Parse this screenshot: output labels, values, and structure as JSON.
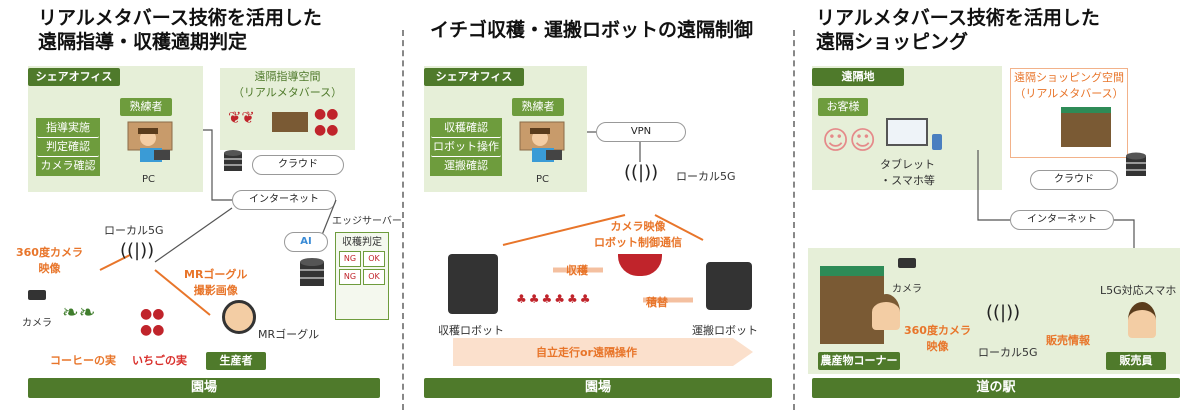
{
  "panels": [
    {
      "title_l1": "リアルメタバース技術を活用した",
      "title_l2": "遠隔指導・収穫適期判定",
      "office": "シェアオフィス",
      "expert": "熟練者",
      "tasks": [
        "指導実施",
        "判定確認",
        "カメラ確認"
      ],
      "pc": "PC",
      "remote_space": "遠隔指導空間\n（リアルメタバース）",
      "cloud": "クラウド",
      "internet": "インターネット",
      "edge": "エッジサーバー",
      "ai": "AI",
      "judge": "収穫判定",
      "local5g": "ローカル5G",
      "cam360": "360度カメラ\n映像",
      "mr_video": "MRゴーグル\n撮影画像",
      "camera": "カメラ",
      "mr_goggle": "MRゴーグル",
      "coffee": "コーヒーの実",
      "strawberry": "いちごの実",
      "producer": "生産者",
      "farm": "園場",
      "judge_ok": "OK",
      "judge_ng": "NG"
    },
    {
      "title": "イチゴ収穫・運搬ロボットの遠隔制御",
      "office": "シェアオフィス",
      "expert": "熟練者",
      "tasks": [
        "収穫確認",
        "ロボット操作",
        "運搬確認"
      ],
      "pc": "PC",
      "vpn": "VPN",
      "local5g": "ローカル5G",
      "comm": "カメラ映像\nロボット制御通信",
      "harvest": "収穫",
      "load": "積替",
      "harvest_robot": "収穫ロボット",
      "carry_robot": "運搬ロボット",
      "auto": "自立走行or遠隔操作",
      "farm": "園場"
    },
    {
      "title_l1": "リアルメタバース技術を活用した",
      "title_l2": "遠隔ショッピング",
      "remote_site": "遠隔地",
      "customer": "お客様",
      "tablet": "タブレット\n・スマホ等",
      "shop_space": "遠隔ショッピング空間\n（リアルメタバース）",
      "cloud": "クラウド",
      "internet": "インターネット",
      "camera": "カメラ",
      "cam360": "360度カメラ\n映像",
      "sales_info": "販売情報",
      "l5g_phone": "L5G対応スマホ",
      "local5g": "ローカル5G",
      "produce": "農産物コーナー",
      "clerk": "販売員",
      "station": "道の駅"
    }
  ],
  "colors": {
    "green_dark": "#4f7a2b",
    "green_mid": "#6e9c3d",
    "green_pale": "#e6efd8",
    "orange": "#e8752a",
    "red": "#d9302c"
  }
}
